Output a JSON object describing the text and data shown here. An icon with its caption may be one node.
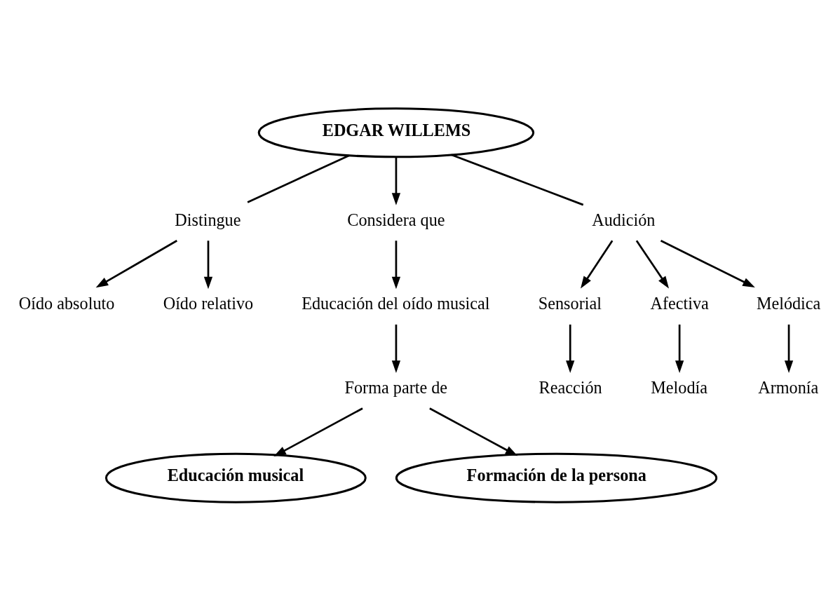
{
  "diagram": {
    "nodes": [
      {
        "text": [
          "EDGAR WILLEMS"
        ]
      },
      {
        "text": [
          "Distingue"
        ]
      },
      {
        "text": [
          "Considera que"
        ]
      },
      {
        "text": [
          "Audición"
        ]
      },
      {
        "text": [
          "Oído absoluto"
        ]
      },
      {
        "text": [
          "Oído relativo"
        ]
      },
      {
        "text": [
          "Sensorial"
        ]
      },
      {
        "text": [
          "Afectiva"
        ]
      },
      {
        "text": [
          "Melódica"
        ]
      },
      {
        "text": [
          "Reacción"
        ]
      },
      {
        "text": [
          "Melodía"
        ]
      },
      {
        "text": [
          "Armonía"
        ]
      },
      {
        "text": [
          "Educación del oído musical"
        ]
      },
      {
        "text": [
          "Forma parte de"
        ]
      },
      {
        "text": [
          "Educación musical"
        ]
      },
      {
        "text": [
          "Formación de la persona"
        ]
      }
    ],
    "edges": [
      {
        "from": 0,
        "to": 1,
        "arrow": "none"
      },
      {
        "from": 0,
        "to": 2,
        "arrow": "to"
      },
      {
        "from": 0,
        "to": 3,
        "arrow": "none"
      },
      {
        "from": 1,
        "to": 4,
        "arrow": "to"
      },
      {
        "from": 1,
        "to": 5,
        "arrow": "to"
      },
      {
        "from": 3,
        "to": 6,
        "arrow": "to"
      },
      {
        "from": 3,
        "to": 7,
        "arrow": "to"
      },
      {
        "from": 3,
        "to": 8,
        "arrow": "to"
      },
      {
        "from": 6,
        "to": 9,
        "arrow": "to"
      },
      {
        "from": 7,
        "to": 10,
        "arrow": "to"
      },
      {
        "from": 8,
        "to": 11,
        "arrow": "to"
      },
      {
        "from": 2,
        "to": 12,
        "arrow": "to"
      },
      {
        "from": 12,
        "to": 13,
        "arrow": "to"
      },
      {
        "from": 13,
        "to": 14,
        "arrow": "to"
      },
      {
        "from": 13,
        "to": 15,
        "arrow": "to"
      }
    ]
  }
}
